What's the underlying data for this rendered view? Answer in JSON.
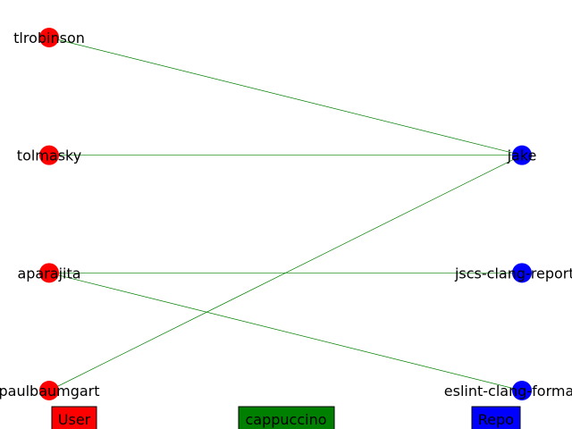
{
  "graph": {
    "edge_color": "#008000",
    "users": [
      {
        "id": "u1",
        "label": "tlrobinson"
      },
      {
        "id": "u2",
        "label": "tolmasky"
      },
      {
        "id": "u3",
        "label": "aparajita"
      },
      {
        "id": "u4",
        "label": "paulbaumgart"
      }
    ],
    "repos": [
      {
        "id": "r1",
        "label": "jake"
      },
      {
        "id": "r2",
        "label": "jscs-clang-reporter"
      },
      {
        "id": "r3",
        "label": "eslint-clang-formatter"
      }
    ],
    "edges": [
      {
        "from": "u1",
        "to": "r1"
      },
      {
        "from": "u2",
        "to": "r1"
      },
      {
        "from": "u4",
        "to": "r1"
      },
      {
        "from": "u3",
        "to": "r2"
      },
      {
        "from": "u3",
        "to": "r3"
      }
    ]
  },
  "legend": {
    "user": {
      "label": "User",
      "color": "#ff0000"
    },
    "center": {
      "label": "cappuccino",
      "color": "#008000"
    },
    "repo": {
      "label": "Repo",
      "color": "#0000ff"
    }
  }
}
